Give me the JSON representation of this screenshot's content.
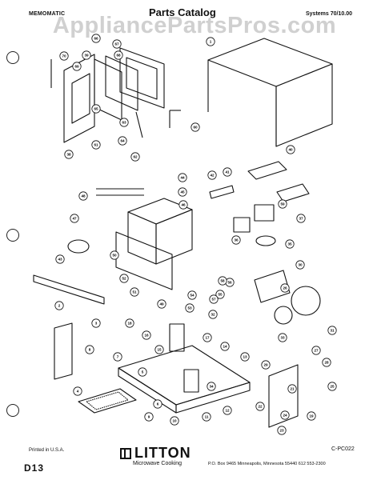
{
  "header": {
    "left_text": "MEMOMATIC",
    "center_text": "Parts Catalog",
    "right_text": "Systems 70/10.00"
  },
  "watermark": "AppliancePartsPros.com",
  "footer": {
    "printed": "Printed in U.S.A.",
    "brand_name": "LITTON",
    "brand_sub": "Microwave Cooking",
    "address": "P.O. Box 9465   Minneapolis, Minnesota 55440   612  553-2300",
    "catalog_code": "C-PC022",
    "page_code": "D13"
  },
  "callouts": [
    {
      "id": "c1",
      "label": "1"
    },
    {
      "id": "c2",
      "label": "2"
    },
    {
      "id": "c3",
      "label": "3"
    },
    {
      "id": "c4",
      "label": "4"
    },
    {
      "id": "c5",
      "label": "5"
    },
    {
      "id": "c6",
      "label": "6"
    },
    {
      "id": "c7",
      "label": "7"
    },
    {
      "id": "c8",
      "label": "8"
    },
    {
      "id": "c9",
      "label": "9"
    },
    {
      "id": "c10",
      "label": "10"
    },
    {
      "id": "c11",
      "label": "11"
    },
    {
      "id": "c12",
      "label": "12"
    },
    {
      "id": "c13",
      "label": "13"
    },
    {
      "id": "c14",
      "label": "14"
    },
    {
      "id": "c15",
      "label": "15"
    },
    {
      "id": "c16",
      "label": "16"
    },
    {
      "id": "c17",
      "label": "17"
    },
    {
      "id": "c18",
      "label": "18"
    },
    {
      "id": "c19",
      "label": "19"
    },
    {
      "id": "c21",
      "label": "21"
    },
    {
      "id": "c22",
      "label": "22"
    },
    {
      "id": "c23",
      "label": "23"
    },
    {
      "id": "c24",
      "label": "24"
    },
    {
      "id": "c25",
      "label": "25"
    },
    {
      "id": "c26",
      "label": "26"
    },
    {
      "id": "c27",
      "label": "27"
    },
    {
      "id": "c28",
      "label": "28"
    },
    {
      "id": "c29",
      "label": "29"
    },
    {
      "id": "c30",
      "label": "30"
    },
    {
      "id": "c31",
      "label": "31"
    },
    {
      "id": "c32",
      "label": "32"
    },
    {
      "id": "c33",
      "label": "33"
    },
    {
      "id": "c34",
      "label": "34"
    },
    {
      "id": "c35",
      "label": "35"
    },
    {
      "id": "c36",
      "label": "36"
    },
    {
      "id": "c37",
      "label": "37"
    },
    {
      "id": "c38",
      "label": "38"
    },
    {
      "id": "c39",
      "label": "39"
    },
    {
      "id": "c40",
      "label": "40"
    },
    {
      "id": "c41",
      "label": "41"
    },
    {
      "id": "c42",
      "label": "42"
    },
    {
      "id": "c43",
      "label": "43"
    },
    {
      "id": "c44",
      "label": "44"
    },
    {
      "id": "c45",
      "label": "45"
    },
    {
      "id": "c46",
      "label": "46"
    },
    {
      "id": "c47",
      "label": "47"
    },
    {
      "id": "c48",
      "label": "48"
    },
    {
      "id": "c49",
      "label": "49"
    },
    {
      "id": "c50",
      "label": "50"
    },
    {
      "id": "c51",
      "label": "51"
    },
    {
      "id": "c52",
      "label": "52"
    },
    {
      "id": "c53",
      "label": "53"
    },
    {
      "id": "c54",
      "label": "54"
    },
    {
      "id": "c55",
      "label": "55"
    },
    {
      "id": "c56",
      "label": "56"
    },
    {
      "id": "c57",
      "label": "57"
    },
    {
      "id": "c58",
      "label": "58"
    },
    {
      "id": "c59",
      "label": "59"
    },
    {
      "id": "c60",
      "label": "60"
    },
    {
      "id": "c61",
      "label": "61"
    },
    {
      "id": "c62",
      "label": "62"
    },
    {
      "id": "c63",
      "label": "63"
    },
    {
      "id": "c64",
      "label": "64"
    },
    {
      "id": "c65",
      "label": "65"
    },
    {
      "id": "c66",
      "label": "66"
    },
    {
      "id": "c67",
      "label": "67"
    },
    {
      "id": "c68",
      "label": "68"
    },
    {
      "id": "c69",
      "label": "69"
    },
    {
      "id": "c70",
      "label": "70"
    }
  ]
}
